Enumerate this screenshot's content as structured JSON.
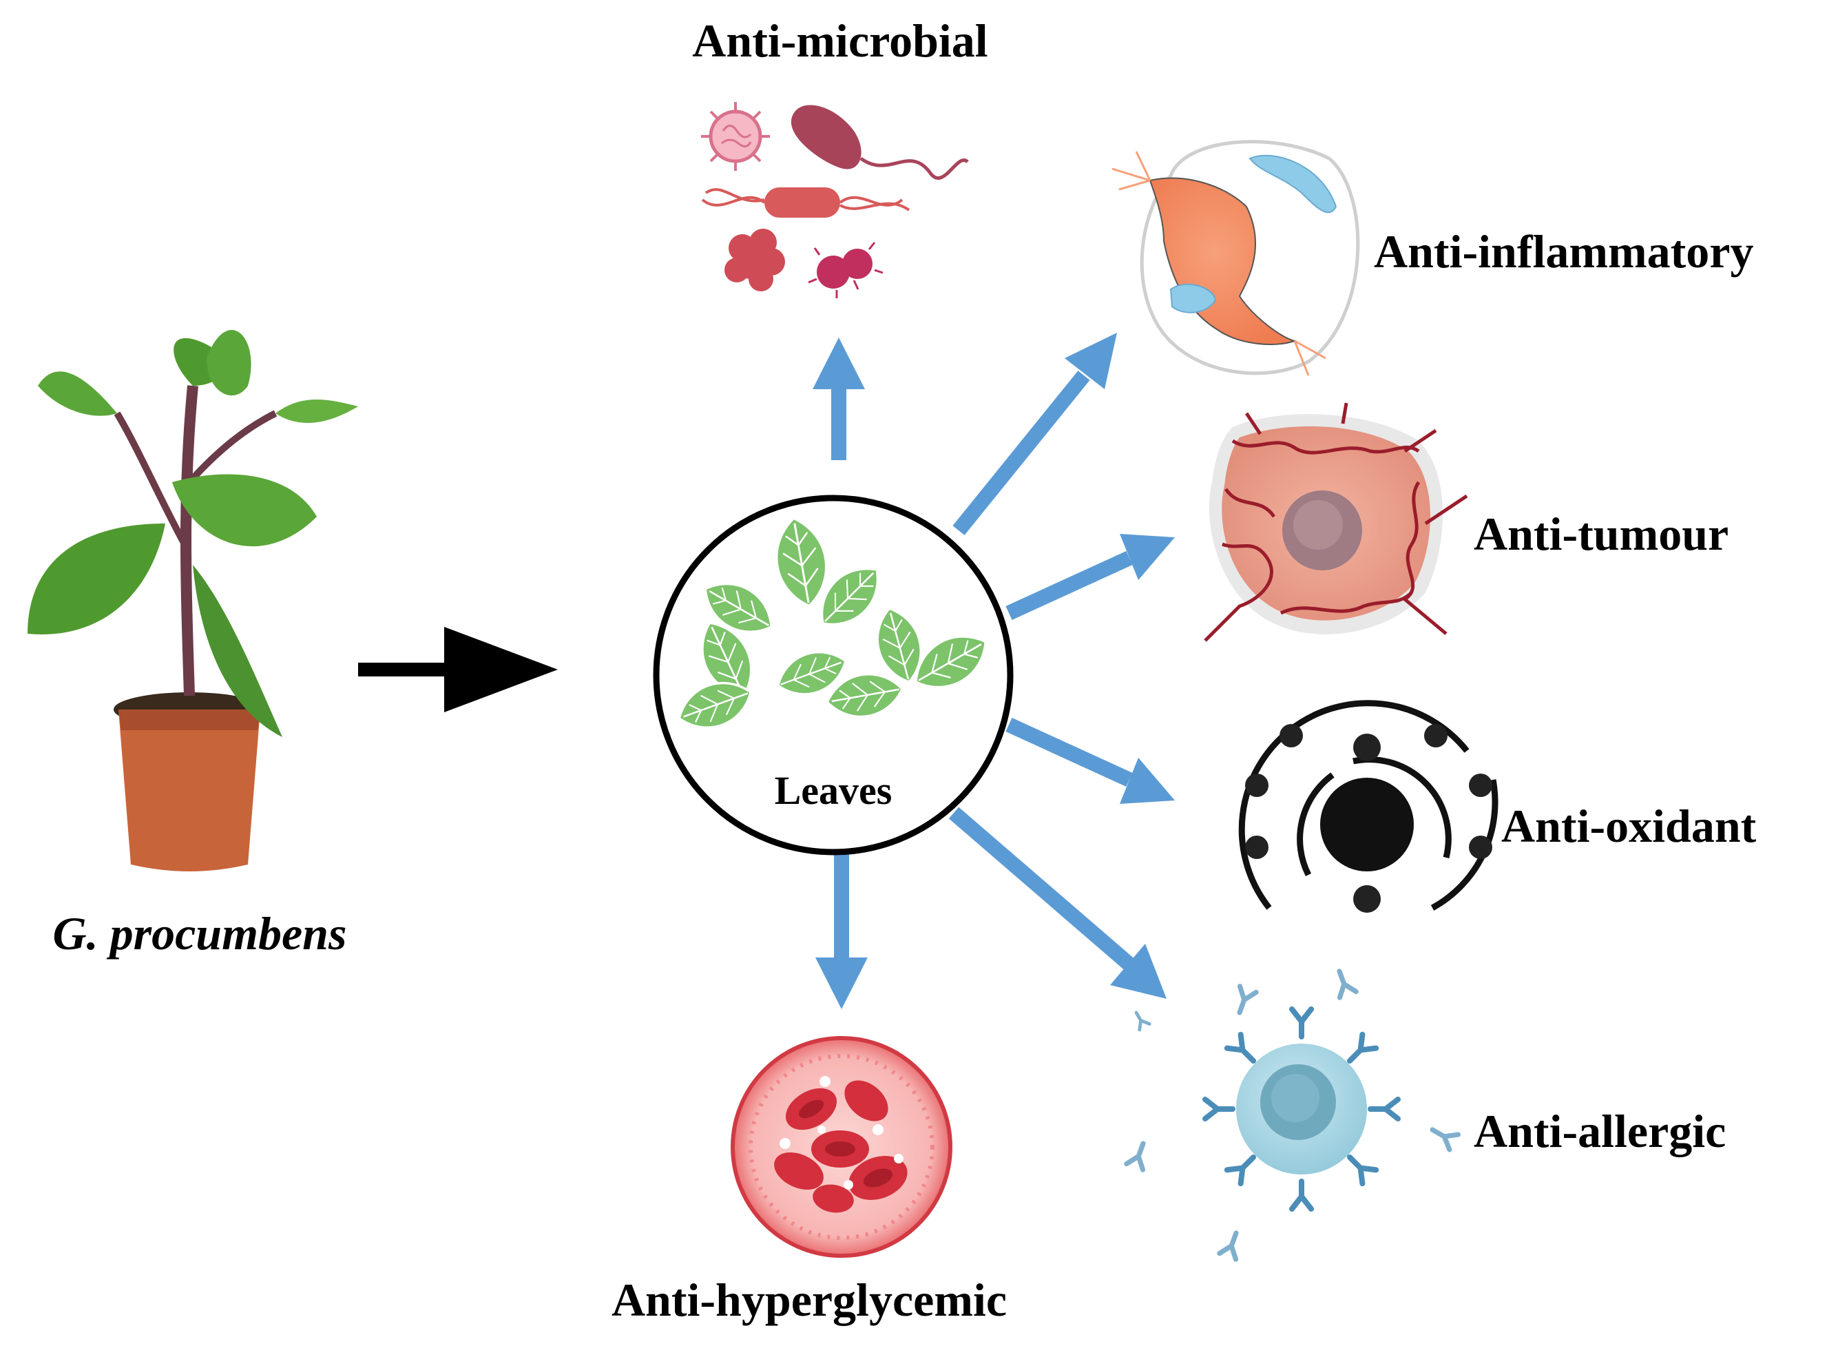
{
  "labels": {
    "plant": "G. procumbens",
    "center": "Leaves",
    "antimicrobial": "Anti-microbial",
    "antiinflammatory": "Anti-inflammatory",
    "antitumour": "Anti-tumour",
    "antioxidant": "Anti-oxidant",
    "antiallergic": "Anti-allergic",
    "antihyperglycemic": "Anti-hyperglycemic"
  },
  "colors": {
    "arrow_blue": "#5b9bd5",
    "arrow_black": "#000000",
    "leaf_green": "#7cc36a",
    "plant_leaf": "#4f9a2e",
    "pot": "#c8643a",
    "microbe_pink": "#c24a63",
    "inflammation_orange": "#f28f63",
    "tumour_pink": "#e59a88",
    "blood_red": "#d83a45",
    "antibody_blue": "#4a8db8"
  },
  "icons": [
    "potted-plant-icon",
    "leaves-icon",
    "microbes-icon",
    "inflamed-cell-icon",
    "tumour-cell-icon",
    "atom-icon",
    "immune-cell-icon",
    "blood-vessel-icon"
  ]
}
